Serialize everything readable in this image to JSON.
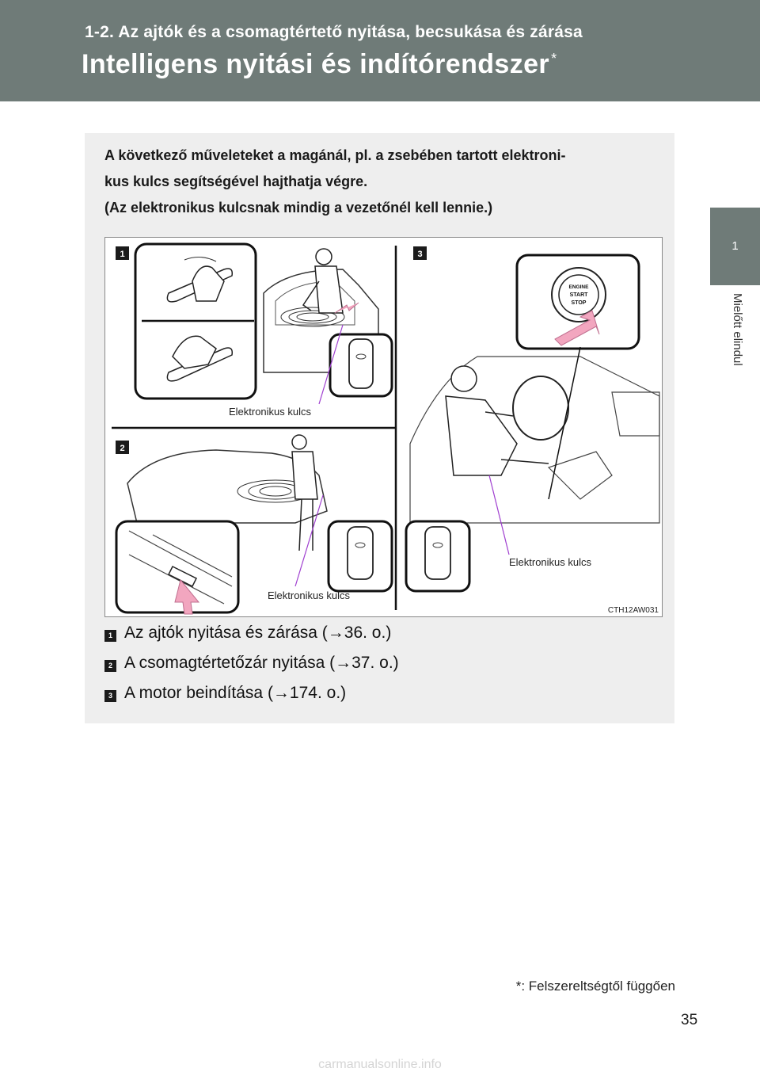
{
  "header": {
    "section": "1-2. Az ajtók és a csomagtértető nyitása, becsukása és zárása",
    "title": "Intelligens nyitási és indítórendszer",
    "title_mark": "*"
  },
  "sidetab": {
    "chapter": "1",
    "chapter_name": "Mielőtt elindul"
  },
  "intro": {
    "line1": "A következő műveleteket a magánál, pl. a zsebében tartott elektroni-",
    "line2": "kus kulcs segítségével hajthatja végre.",
    "line3": "(Az elektronikus kulcsnak mindig a vezetőnél kell lennie.)"
  },
  "figure": {
    "marker1": "1",
    "marker2": "2",
    "marker3": "3",
    "label_key_1": "Elektronikus kulcs",
    "label_key_2": "Elektronikus kulcs",
    "label_key_3": "Elektronikus kulcs",
    "button_line1": "ENGINE",
    "button_line2": "START",
    "button_line3": "STOP",
    "figure_id": "CTH12AW031"
  },
  "list": [
    {
      "marker": "1",
      "text": "Az ajtók nyitása és zárása (→36. o.)"
    },
    {
      "marker": "2",
      "text": "A csomagtértetőzár nyitása (→37. o.)"
    },
    {
      "marker": "3",
      "text": "A motor beindítása (→174. o.)"
    }
  ],
  "footnote": "*: Felszereltségtől függően",
  "page_number": "35",
  "watermark": "carmanualsonline.info",
  "colors": {
    "header_bg": "#6f7b78",
    "panel_bg": "#eeeeee",
    "arrow_pink": "#f2a6bf",
    "leader_purple": "#a040d0"
  }
}
